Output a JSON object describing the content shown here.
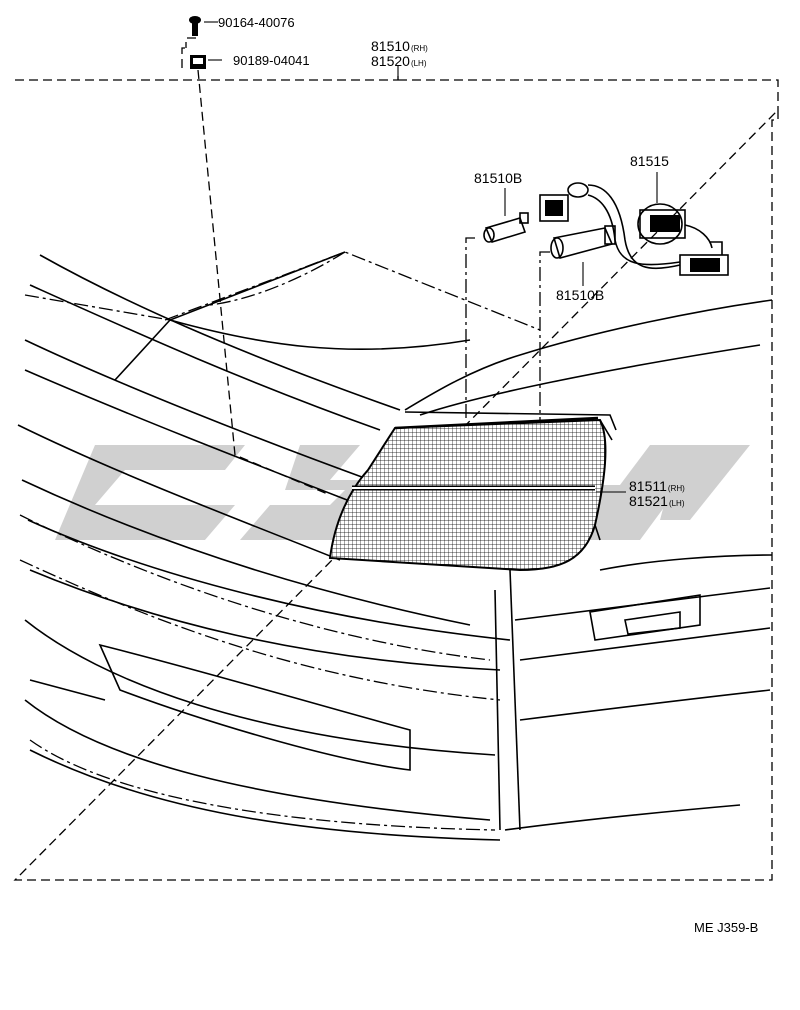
{
  "parts": {
    "screw": "90164-40076",
    "clip": "90189-04041",
    "lamp_assy_rh": "81510",
    "lamp_assy_rh_side": "(RH)",
    "lamp_assy_lh": "81520",
    "lamp_assy_lh_side": "(LH)",
    "bulb_top": "81510B",
    "socket_wire": "81515",
    "bulb_bottom": "81510B",
    "lens_rh": "81511",
    "lens_rh_side": "(RH)",
    "lens_lh": "81521",
    "lens_lh_side": "(LH)"
  },
  "diagram_code": "ME J359-B",
  "colors": {
    "line": "#000000",
    "watermark": "#c8c8c8",
    "background": "#ffffff"
  }
}
